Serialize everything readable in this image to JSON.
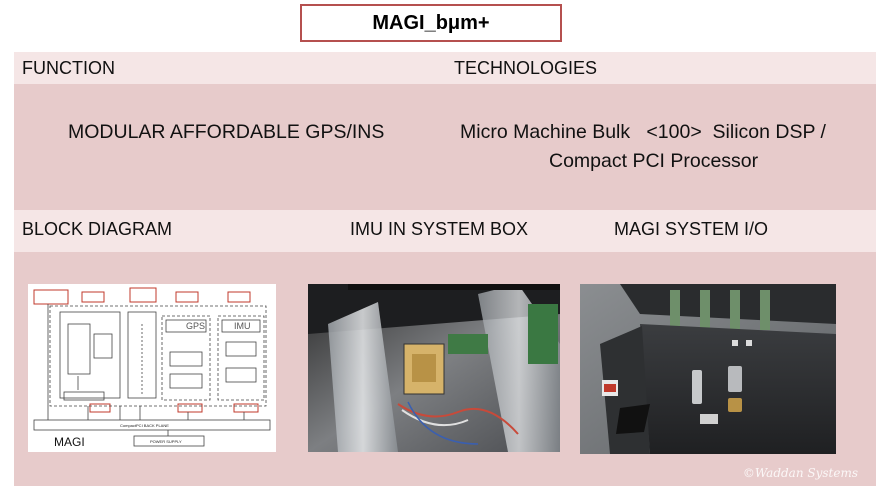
{
  "title": "MAGI_bμm+",
  "function_label": "FUNCTION",
  "technologies_label": "TECHNOLOGIES",
  "function_value": "MODULAR AFFORDABLE GPS/INS",
  "technologies_line1": "Micro Machine Bulk   <100>  Silicon DSP /",
  "technologies_line2": "Compact PCI Processor",
  "block_diagram_label": "BLOCK DIAGRAM",
  "imu_label": "IMU IN SYSTEM BOX",
  "io_label": "MAGI SYSTEM I/O",
  "diagram": {
    "gps": "GPS",
    "imu": "IMU",
    "magi": "MAGI",
    "backplane": "CompactPCI BACK PLANE",
    "power": "POWER SUPPLY"
  },
  "watermark": "©Waddan Systems",
  "colors": {
    "title_border": "#b5504f",
    "band_light": "#f5e6e6",
    "band_dark": "#e7cbcb",
    "diagram_red": "#c0392b"
  }
}
